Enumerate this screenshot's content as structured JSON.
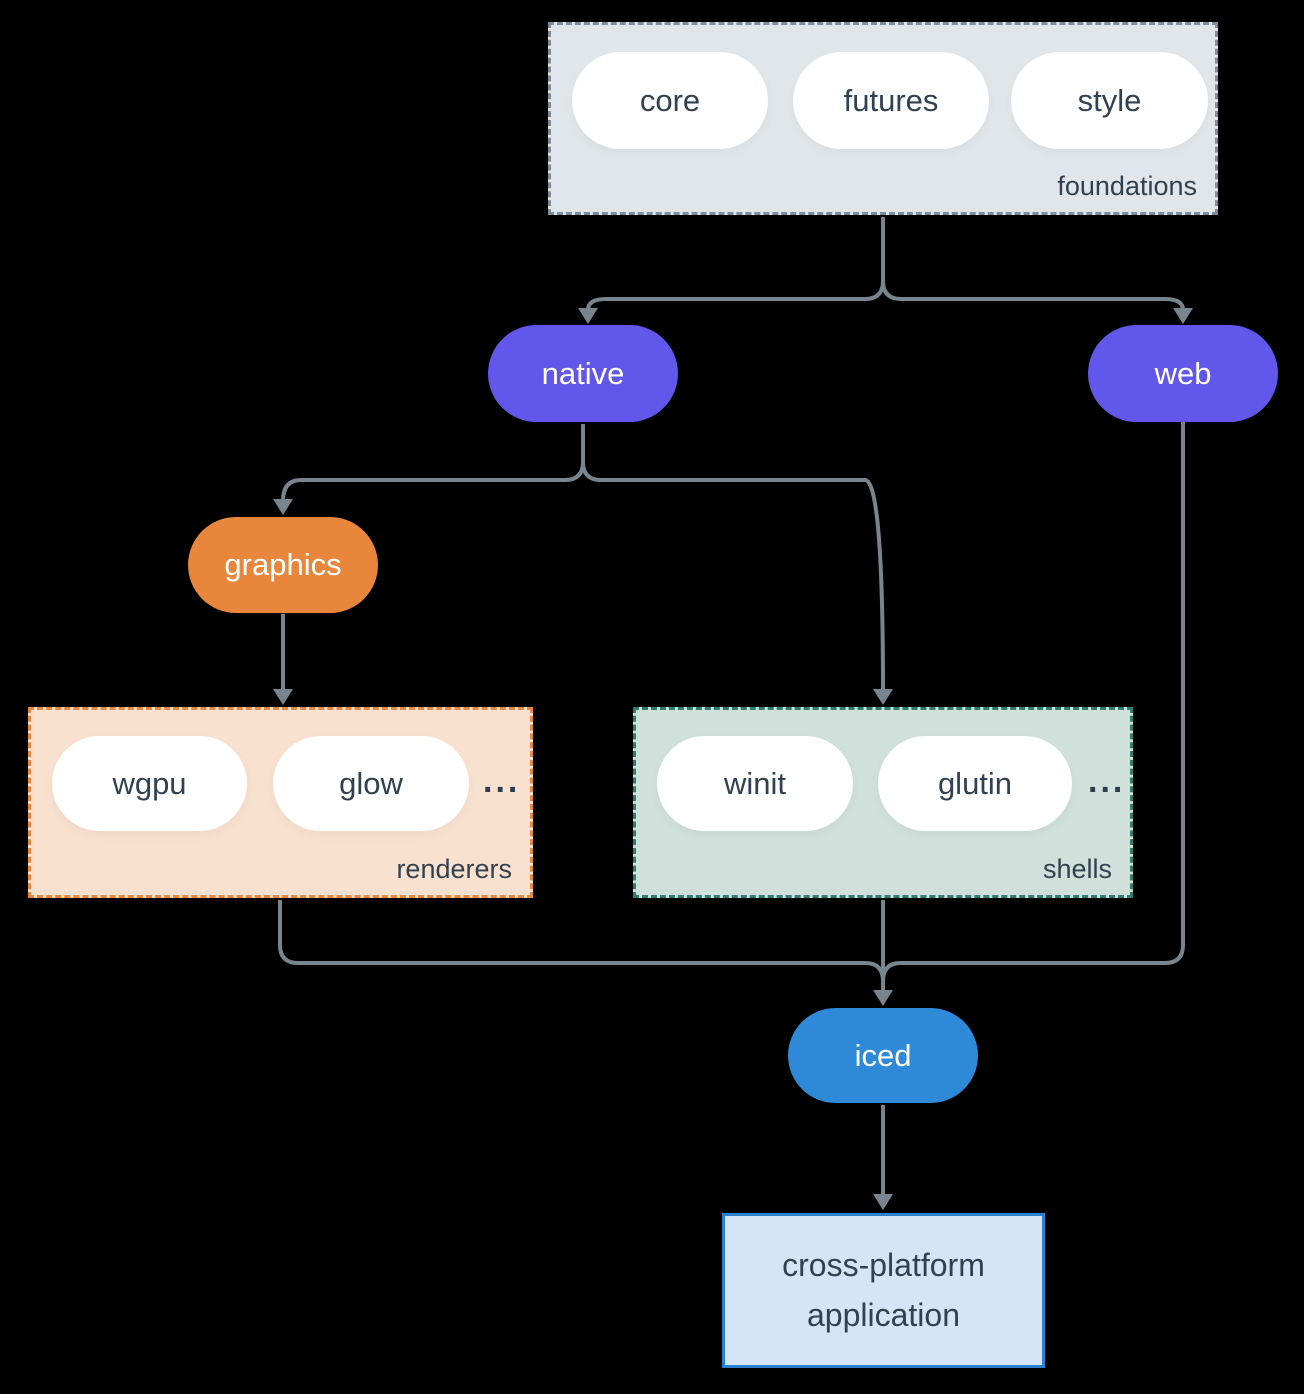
{
  "background": "#000000",
  "colors": {
    "node_purple": "#6257EB",
    "node_orange": "#E8863C",
    "node_blue": "#2E8AD8",
    "pill_fill": "#FFFFFF",
    "foundations_fill": "#E1E6EA",
    "foundations_border": "#7E8C9A",
    "renderers_fill": "#F9E1D0",
    "renderers_border": "#E8863C",
    "shells_fill": "#D0E0DA",
    "shells_border": "#2E7D6E",
    "app_fill": "#D3E5F7",
    "app_border": "#2B80D0",
    "text_dark": "#32414F",
    "text_light": "#FFFFFF",
    "connector": "#78858F"
  },
  "nodes": {
    "foundations": {
      "label": "foundations",
      "pills": [
        "core",
        "futures",
        "style"
      ]
    },
    "native": {
      "label": "native"
    },
    "web": {
      "label": "web"
    },
    "graphics": {
      "label": "graphics"
    },
    "renderers": {
      "label": "renderers",
      "pills": [
        "wgpu",
        "glow"
      ],
      "ellipsis": "..."
    },
    "shells": {
      "label": "shells",
      "pills": [
        "winit",
        "glutin"
      ],
      "ellipsis": "..."
    },
    "iced": {
      "label": "iced"
    },
    "application": {
      "line1": "cross-platform",
      "line2": "application"
    }
  }
}
